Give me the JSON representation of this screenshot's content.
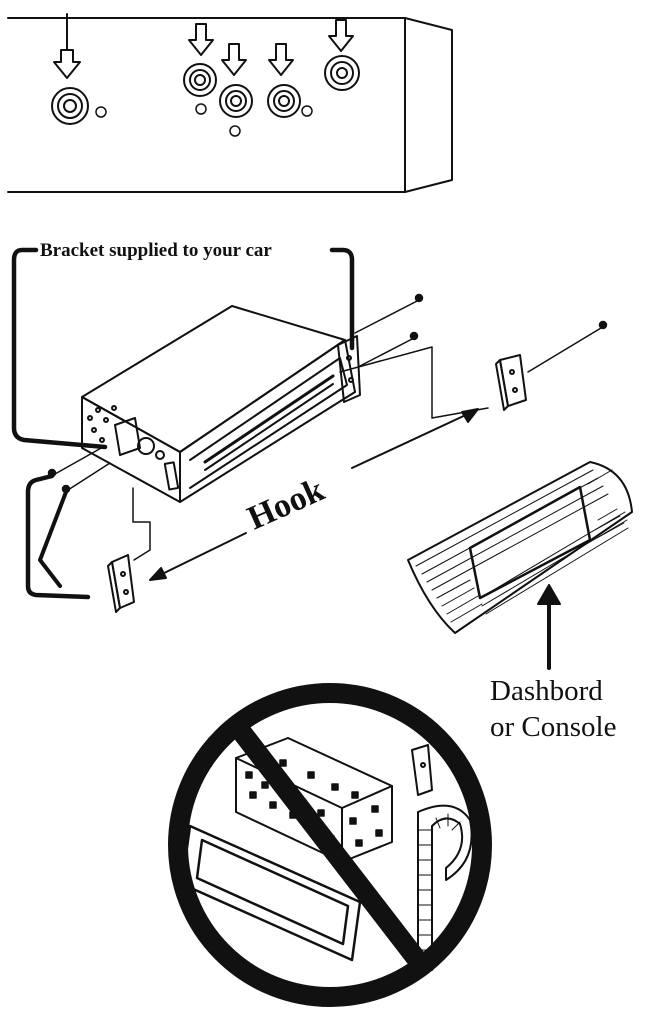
{
  "labels": {
    "bracket": "Bracket supplied to your car",
    "hook": "Hook",
    "dashboard_line1": "Dashbord",
    "dashboard_line2": "or Console"
  },
  "colors": {
    "ink": "#111111",
    "background": "#ffffff"
  },
  "icons": {
    "prohibited_symbol": "no-sign-icon"
  }
}
